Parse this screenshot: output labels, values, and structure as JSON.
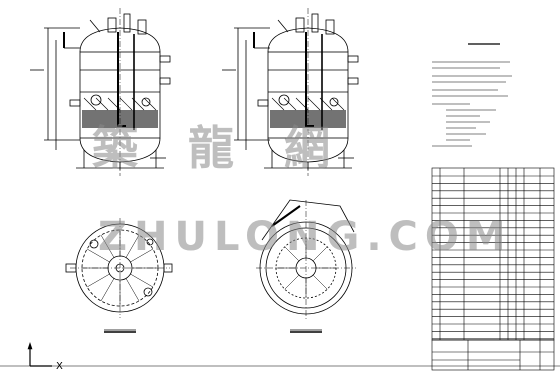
{
  "watermark": {
    "chinese": "築龍網",
    "english": "ZHULONG.COM"
  },
  "origin_marker": "X",
  "colors": {
    "background": "#ffffff",
    "ink": "#000000",
    "watermark": "#8a8a8a"
  }
}
